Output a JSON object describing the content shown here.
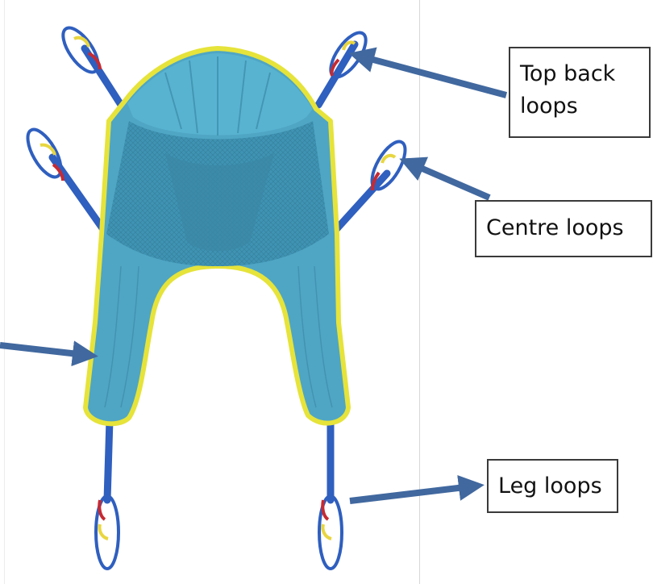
{
  "labels": {
    "top_back_line1": "Top back",
    "top_back_line2": "loops",
    "centre": "Centre loops",
    "leg": "Leg loops"
  },
  "colors": {
    "sling_fabric": "#4fa6c4",
    "sling_mesh": "#3d8fae",
    "sling_border": "#e6e33a",
    "strap_blue": "#2f5fbf",
    "arrow": "#41689f",
    "loop_red": "#c62a32",
    "loop_yellow": "#e8d640"
  }
}
